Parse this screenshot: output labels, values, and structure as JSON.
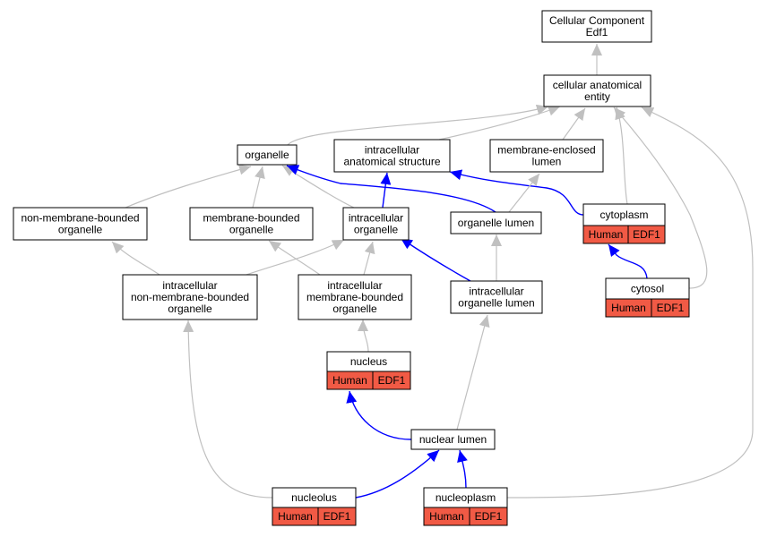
{
  "colors": {
    "background": "#ffffff",
    "node_fill": "#ffffff",
    "node_border": "#000000",
    "edge_gray": "#c0c0c0",
    "edge_blue": "#0000ff",
    "annotation_fill": "#f15a45"
  },
  "nodes": {
    "cellular_component": {
      "lines": [
        "Cellular Component",
        "Edf1"
      ]
    },
    "cellular_anatomical_entity": {
      "lines": [
        "cellular anatomical",
        "entity"
      ]
    },
    "organelle": {
      "lines": [
        "organelle"
      ]
    },
    "intracellular_anatomical_structure": {
      "lines": [
        "intracellular",
        "anatomical structure"
      ]
    },
    "membrane_enclosed_lumen": {
      "lines": [
        "membrane-enclosed",
        "lumen"
      ]
    },
    "non_membrane_bounded_organelle": {
      "lines": [
        "non-membrane-bounded",
        "organelle"
      ]
    },
    "membrane_bounded_organelle": {
      "lines": [
        "membrane-bounded",
        "organelle"
      ]
    },
    "intracellular_organelle": {
      "lines": [
        "intracellular",
        "organelle"
      ]
    },
    "organelle_lumen": {
      "lines": [
        "organelle lumen"
      ]
    },
    "cytoplasm": {
      "lines": [
        "cytoplasm"
      ],
      "annotations": [
        "Human",
        "EDF1"
      ]
    },
    "intracellular_non_membrane_bounded_organelle": {
      "lines": [
        "intracellular",
        "non-membrane-bounded",
        "organelle"
      ]
    },
    "intracellular_membrane_bounded_organelle": {
      "lines": [
        "intracellular",
        "membrane-bounded",
        "organelle"
      ]
    },
    "intracellular_organelle_lumen": {
      "lines": [
        "intracellular",
        "organelle lumen"
      ]
    },
    "cytosol": {
      "lines": [
        "cytosol"
      ],
      "annotations": [
        "Human",
        "EDF1"
      ]
    },
    "nucleus": {
      "lines": [
        "nucleus"
      ],
      "annotations": [
        "Human",
        "EDF1"
      ]
    },
    "nuclear_lumen": {
      "lines": [
        "nuclear lumen"
      ]
    },
    "nucleolus": {
      "lines": [
        "nucleolus"
      ],
      "annotations": [
        "Human",
        "EDF1"
      ]
    },
    "nucleoplasm": {
      "lines": [
        "nucleoplasm"
      ],
      "annotations": [
        "Human",
        "EDF1"
      ]
    }
  },
  "edges": [
    {
      "from": "cellular_anatomical_entity",
      "to": "cellular_component",
      "kind": "gray"
    },
    {
      "from": "organelle",
      "to": "cellular_anatomical_entity",
      "kind": "gray"
    },
    {
      "from": "intracellular_anatomical_structure",
      "to": "cellular_anatomical_entity",
      "kind": "gray"
    },
    {
      "from": "membrane_enclosed_lumen",
      "to": "cellular_anatomical_entity",
      "kind": "gray"
    },
    {
      "from": "cytoplasm",
      "to": "cellular_anatomical_entity",
      "kind": "gray"
    },
    {
      "from": "cytosol",
      "to": "cellular_anatomical_entity",
      "kind": "gray"
    },
    {
      "from": "nucleoplasm",
      "to": "cellular_anatomical_entity",
      "kind": "gray"
    },
    {
      "from": "non_membrane_bounded_organelle",
      "to": "organelle",
      "kind": "gray"
    },
    {
      "from": "membrane_bounded_organelle",
      "to": "organelle",
      "kind": "gray"
    },
    {
      "from": "intracellular_organelle",
      "to": "organelle",
      "kind": "gray"
    },
    {
      "from": "organelle_lumen",
      "to": "organelle",
      "kind": "blue"
    },
    {
      "from": "intracellular_organelle",
      "to": "intracellular_anatomical_structure",
      "kind": "blue"
    },
    {
      "from": "cytoplasm",
      "to": "intracellular_anatomical_structure",
      "kind": "blue"
    },
    {
      "from": "organelle_lumen",
      "to": "membrane_enclosed_lumen",
      "kind": "gray"
    },
    {
      "from": "intracellular_non_membrane_bounded_organelle",
      "to": "non_membrane_bounded_organelle",
      "kind": "gray"
    },
    {
      "from": "intracellular_non_membrane_bounded_organelle",
      "to": "intracellular_organelle",
      "kind": "gray"
    },
    {
      "from": "intracellular_membrane_bounded_organelle",
      "to": "membrane_bounded_organelle",
      "kind": "gray"
    },
    {
      "from": "intracellular_membrane_bounded_organelle",
      "to": "intracellular_organelle",
      "kind": "gray"
    },
    {
      "from": "intracellular_organelle_lumen",
      "to": "intracellular_organelle",
      "kind": "blue"
    },
    {
      "from": "intracellular_organelle_lumen",
      "to": "organelle_lumen",
      "kind": "gray"
    },
    {
      "from": "cytosol",
      "to": "cytoplasm",
      "kind": "blue"
    },
    {
      "from": "nucleus",
      "to": "intracellular_membrane_bounded_organelle",
      "kind": "gray"
    },
    {
      "from": "nuclear_lumen",
      "to": "nucleus",
      "kind": "blue"
    },
    {
      "from": "nuclear_lumen",
      "to": "intracellular_organelle_lumen",
      "kind": "gray"
    },
    {
      "from": "nucleolus",
      "to": "nuclear_lumen",
      "kind": "blue"
    },
    {
      "from": "nucleolus",
      "to": "intracellular_non_membrane_bounded_organelle",
      "kind": "gray"
    },
    {
      "from": "nucleoplasm",
      "to": "nuclear_lumen",
      "kind": "blue"
    }
  ]
}
